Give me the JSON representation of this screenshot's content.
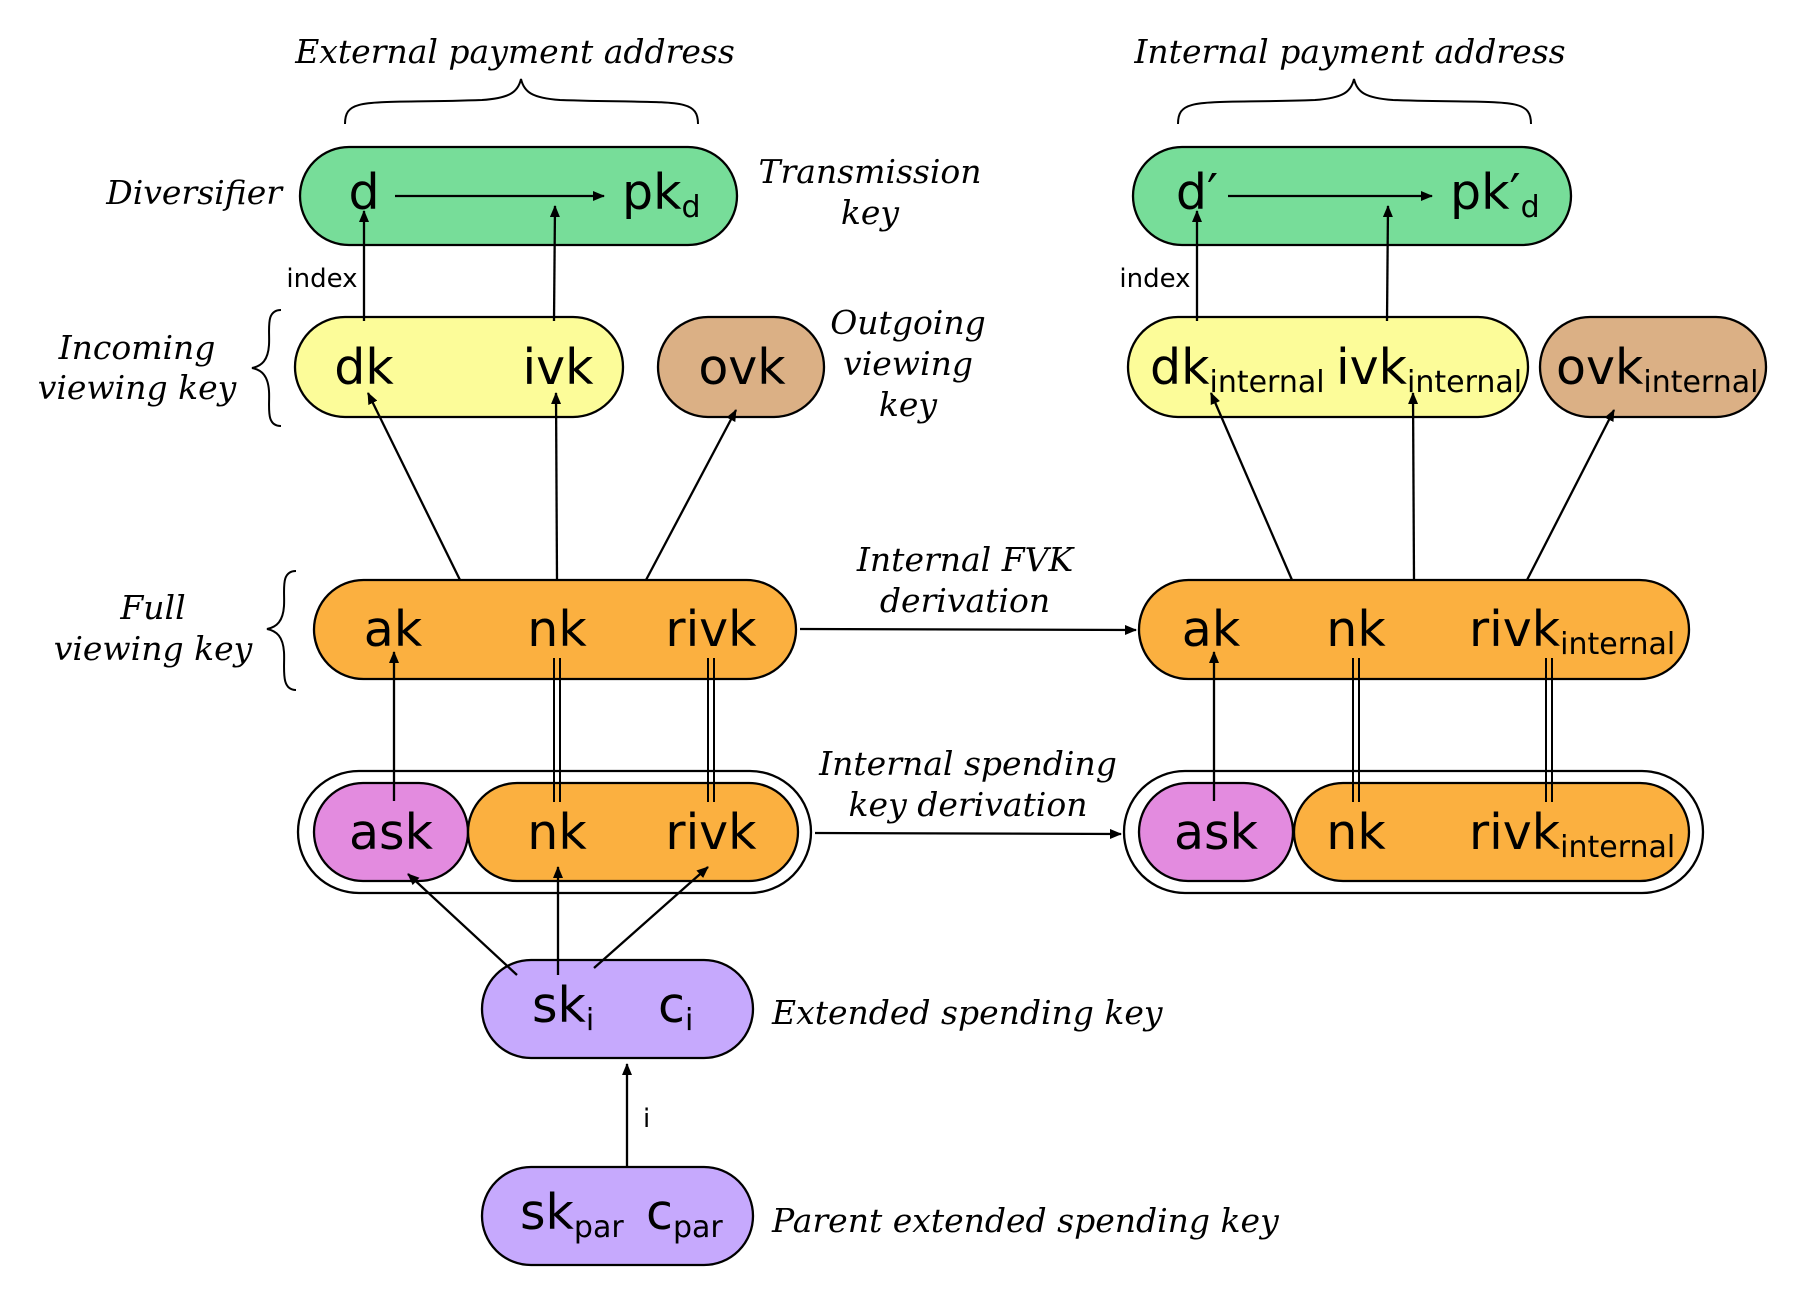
{
  "colors": {
    "diversifier_box": "#77dd99",
    "incoming_box": "#fcfc99",
    "outgoing_box": "#dbb085",
    "fvk_box": "#fbb040",
    "ask_box": "#e38bdf",
    "spending_box": "#c6a9fd",
    "stroke": "#000000"
  },
  "external": {
    "address_label": "External payment address",
    "diversifier_label": "Diversifier",
    "transmission_label_line1": "Transmission",
    "transmission_label_line2": "key",
    "d": "d",
    "pk": "pk",
    "pk_sub": "d",
    "index": "index",
    "incoming_label_line1": "Incoming",
    "incoming_label_line2": "viewing key",
    "dk": "dk",
    "ivk": "ivk",
    "ovk": "ovk",
    "outgoing_label_line1": "Outgoing",
    "outgoing_label_line2": "viewing",
    "outgoing_label_line3": "key",
    "fvk_label_line1": "Full",
    "fvk_label_line2": "viewing key",
    "ak": "ak",
    "nk": "nk",
    "rivk": "rivk",
    "ask": "ask",
    "sk_nk": "nk",
    "sk_rivk": "rivk"
  },
  "internal": {
    "address_label": "Internal payment address",
    "d": "d′",
    "pk": "pk′",
    "pk_sub": "d",
    "index": "index",
    "dk": "dk",
    "ivk": "ivk",
    "ovk": "ovk",
    "sub": "internal",
    "ak": "ak",
    "nk": "nk",
    "rivk": "rivk",
    "ask": "ask",
    "sk_nk": "nk",
    "sk_rivk": "rivk"
  },
  "derivations": {
    "fvk_line1": "Internal FVK",
    "fvk_line2": "derivation",
    "sk_line1": "Internal spending",
    "sk_line2": "key derivation"
  },
  "extended": {
    "sk": "sk",
    "sk_sub": "i",
    "c": "c",
    "c_sub": "i",
    "label": "Extended spending key",
    "index": "i"
  },
  "parent": {
    "sk": "sk",
    "sk_sub": "par",
    "c": "c",
    "c_sub": "par",
    "label": "Parent extended spending key"
  }
}
